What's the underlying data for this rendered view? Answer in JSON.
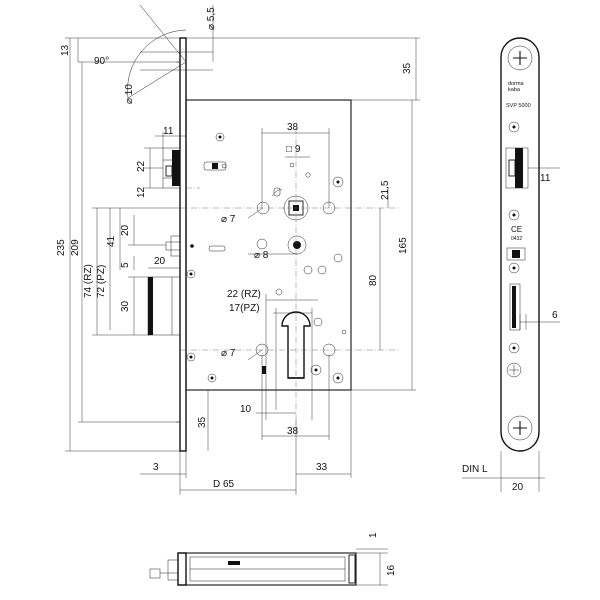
{
  "dimensions": {
    "d_5_5": "⌀ 5,5",
    "d13": "13",
    "angle90": "90°",
    "d_10": "⌀ 10",
    "d35_top": "35",
    "d11_left": "11",
    "d38_top": "38",
    "d9": "□ 9",
    "d22": "22",
    "d12": "12",
    "d21_5": "21,5",
    "d_7_top": "⌀ 7",
    "d20_small": "20",
    "d41": "41",
    "d235": "235",
    "d209": "209",
    "d74rz": "74 (RZ)",
    "d72pz": "72 (PZ)",
    "d165": "165",
    "d5": "5",
    "d_8": "⌀ 8",
    "d20_bolt": "20",
    "d80": "80",
    "d30": "30",
    "d22rz": "22 (RZ)",
    "d17pz": "17(PZ)",
    "d_7_bottom": "⌀ 7",
    "d35_bottom": "35",
    "d10": "10",
    "d38_bottom": "38",
    "d3": "3",
    "d33": "33",
    "d65": "D 65",
    "d11_right": "11",
    "d6": "6",
    "din": "DIN L",
    "d20_face": "20",
    "d1": "1",
    "d16": "16"
  },
  "faceplate": {
    "brand_line1": "dorma",
    "brand_line2": "kaba",
    "model": "SVP 5000",
    "ce_mark": "CE",
    "ce_number": "0432"
  },
  "icons": {
    "padlock": "padlock-icon"
  }
}
